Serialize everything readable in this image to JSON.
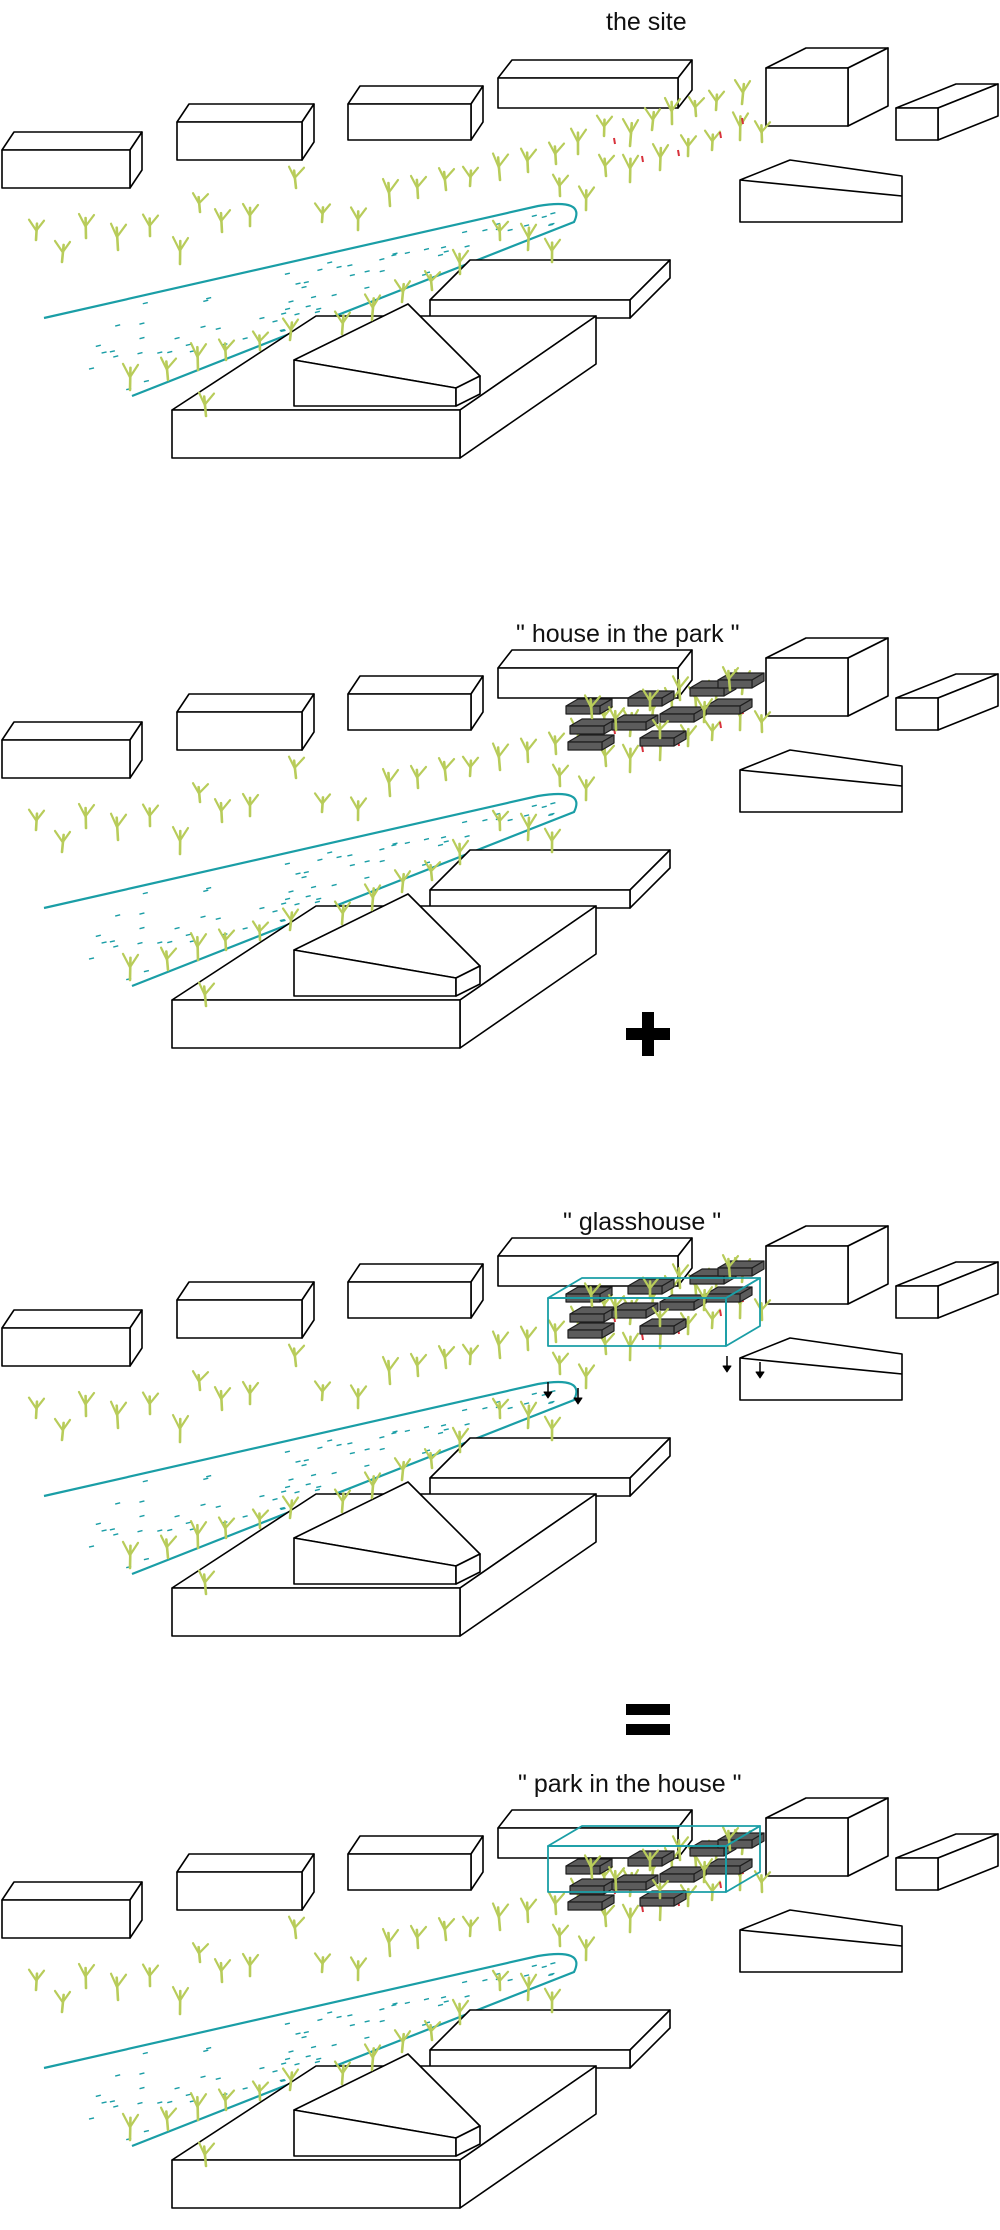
{
  "titles": {
    "site": "the site",
    "house_in_park": "\" house in the park \"",
    "glasshouse": "\" glasshouse \"",
    "park_in_house": "\" park in the house \""
  },
  "operators": {
    "plus": "plus",
    "equals": "equals"
  },
  "colors": {
    "stroke": "#000000",
    "water": "#1a9ea6",
    "trees": "#b8cc5a",
    "tree_accent": "#d8323c",
    "house_units": "#5c5c5c",
    "glasshouse": "#1a9ea6"
  }
}
